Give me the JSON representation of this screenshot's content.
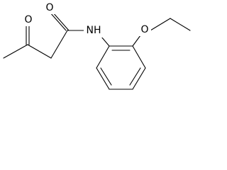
{
  "molecule": {
    "atoms": {
      "amide_oxygen": "O",
      "ketone_oxygen": "O",
      "amide_nitrogen": "NH",
      "ether_oxygen": "O"
    }
  }
}
